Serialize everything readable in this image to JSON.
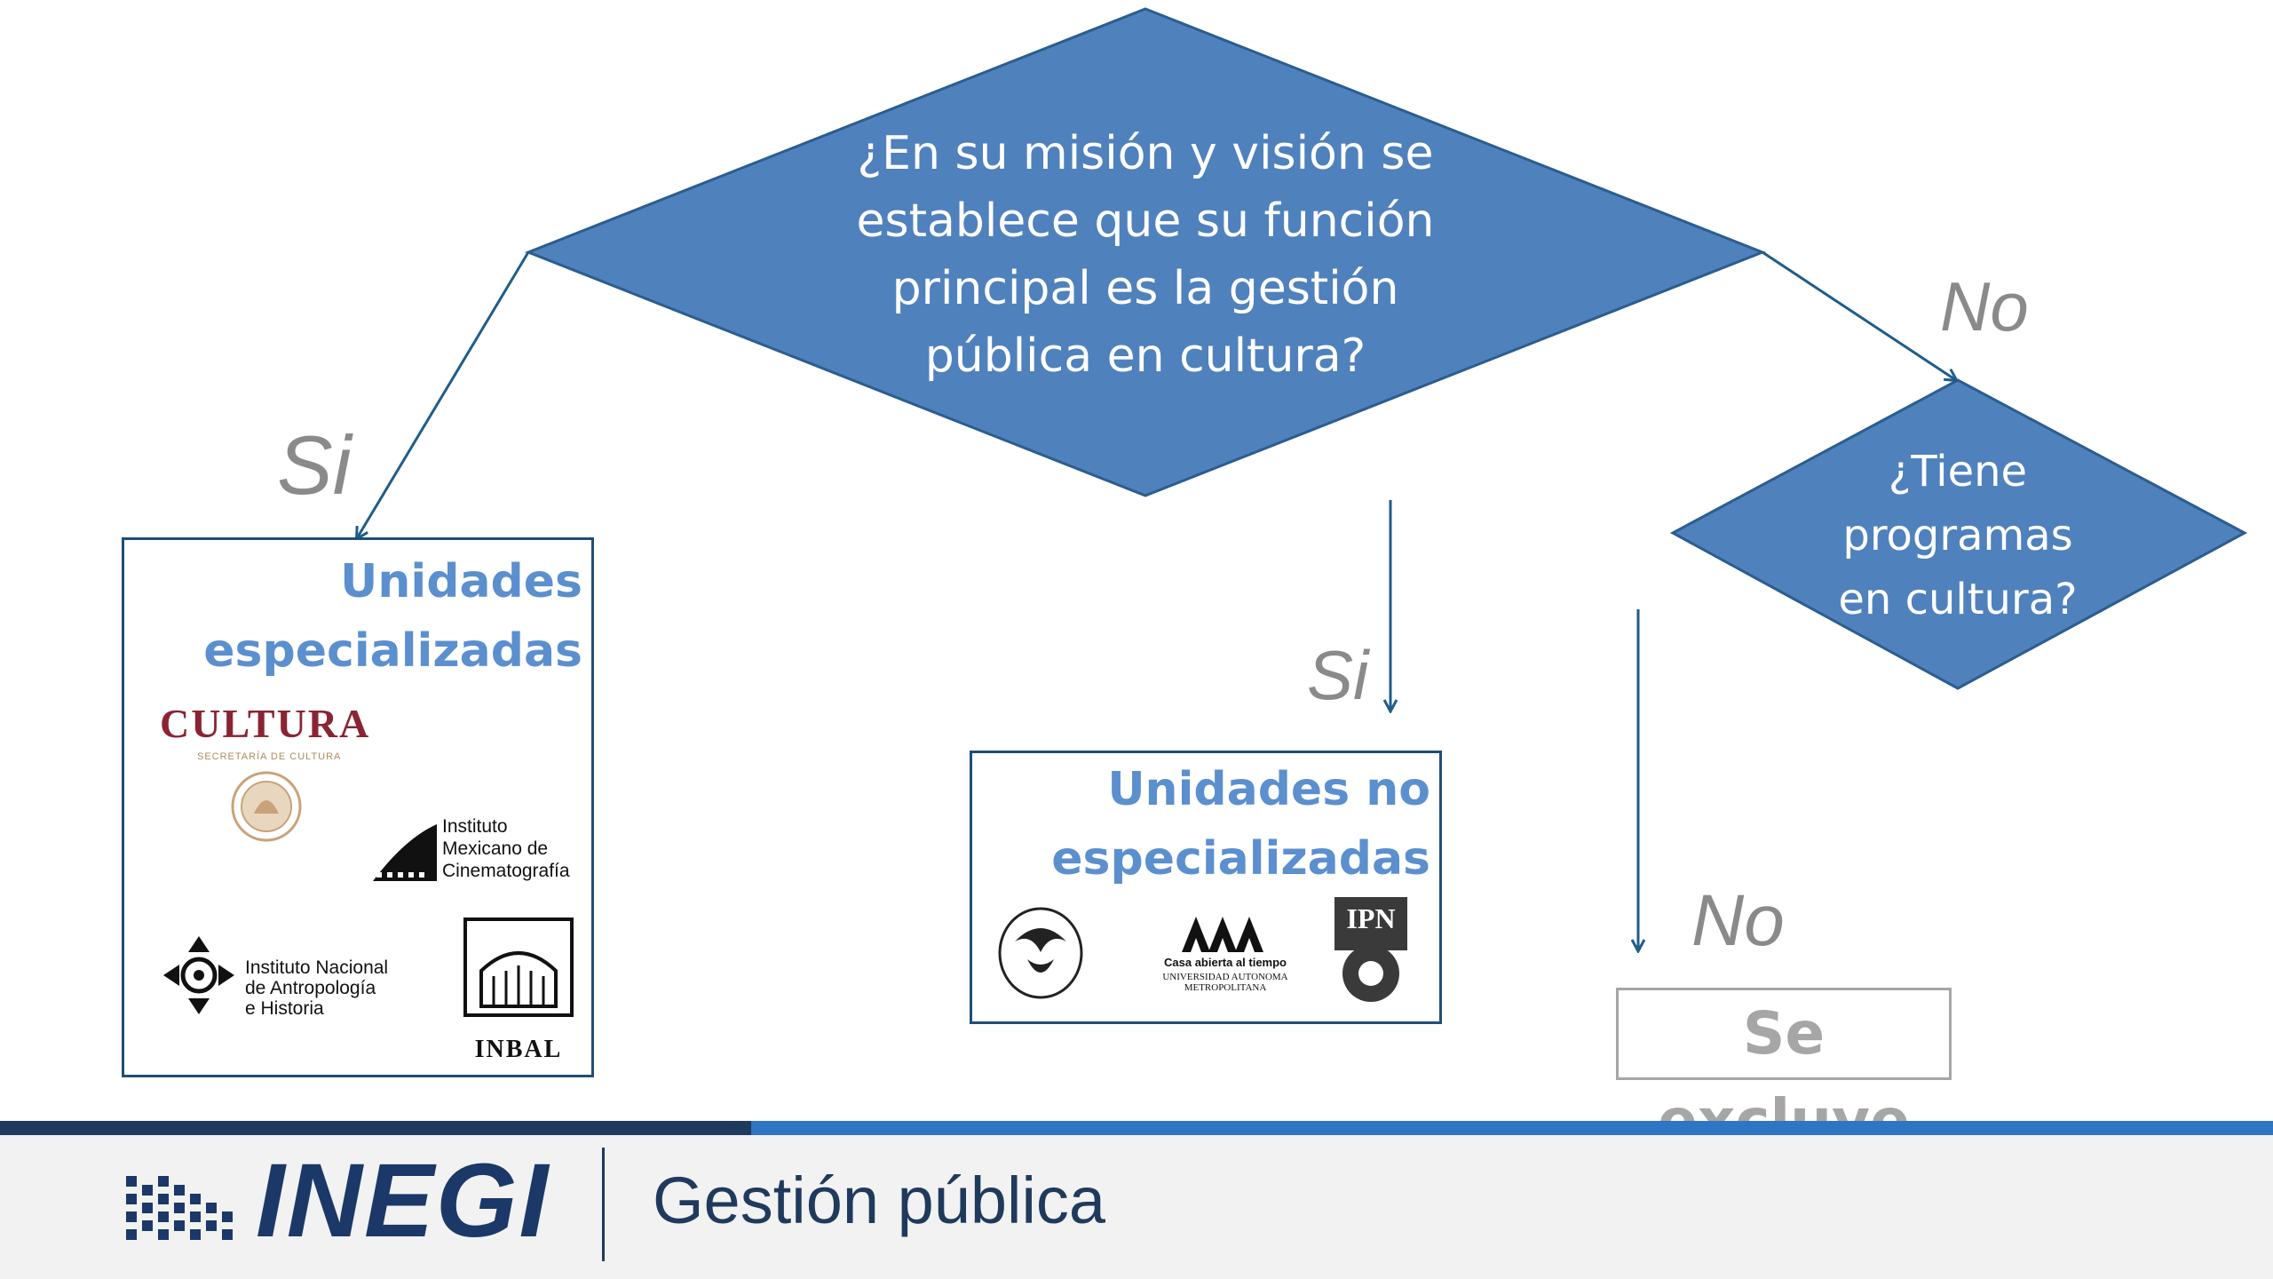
{
  "question_main": {
    "lines": [
      "¿En su misión y visión se",
      "establece que su función",
      "principal es la gestión",
      "pública en cultura?"
    ]
  },
  "question_secondary": {
    "lines": [
      "¿Tiene",
      "programas",
      "en cultura?"
    ]
  },
  "branch_labels": {
    "yes_left": "Si",
    "no_right": "No",
    "yes_mid": "Si",
    "no_bottom": "No"
  },
  "box_specialized": {
    "title_lines": [
      "Unidades",
      "especializadas"
    ],
    "logos": {
      "cultura": "CULTURA",
      "cultura_sub": "SECRETARÍA DE CULTURA",
      "imcine": [
        "Instituto",
        "Mexicano de",
        "Cinematografía"
      ],
      "inah": [
        "Instituto Nacional",
        "de Antropología",
        "e Historia"
      ],
      "inbal": "INBAL"
    }
  },
  "box_nonspecialized": {
    "title_lines": [
      "Unidades no",
      "especializadas"
    ],
    "logos": {
      "uam_line1": "Casa abierta al tiempo",
      "uam_line2": "UNIVERSIDAD AUTONOMA METROPOLITANA",
      "ipn": "IPN"
    }
  },
  "excluded": "Se excluye",
  "footer": {
    "brand": "INEGI",
    "title": "Gestión pública"
  },
  "colors": {
    "diamond_fill": "#4f81bd",
    "diamond_stroke": "#2c5d8f",
    "arrow": "#1f5c8a",
    "box_title": "#5b8fce",
    "branch_text": "#8a8a8a",
    "excluded": "#a6a6a6",
    "footer_dark": "#1f3a5c",
    "footer_light": "#2e75c3",
    "cultura_red": "#8a2433"
  },
  "icons": [
    "unam-seal-icon",
    "uam-logo-icon",
    "ipn-logo-icon",
    "mexico-seal-icon",
    "imcine-logo-icon",
    "inah-logo-icon",
    "inbal-logo-icon",
    "inegi-dots-icon"
  ]
}
